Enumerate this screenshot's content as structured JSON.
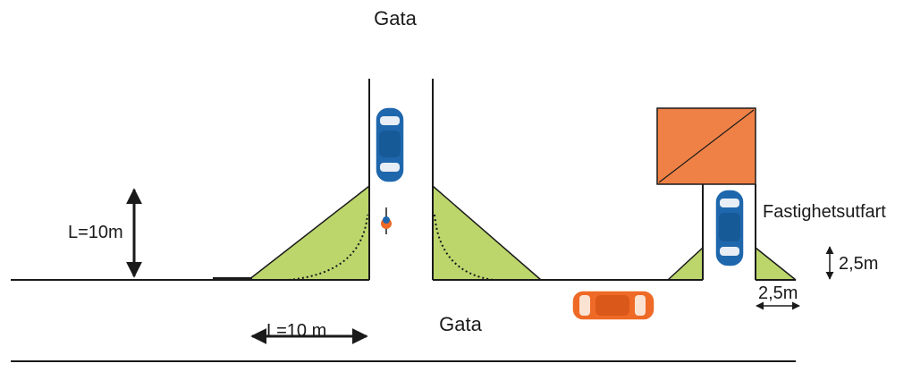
{
  "labels": {
    "top_street": "Gata",
    "bottom_street": "Gata",
    "length_vertical": "L=10m",
    "length_horizontal": "L=10 m",
    "driveway": "Fastighetsutfart",
    "driveway_depth": "2,5m",
    "driveway_width": "2,5m"
  },
  "colors": {
    "sight_triangle": "#bcd66c",
    "house_roof": "#f08146",
    "car_blue": "#1f67ad",
    "car_orange": "#ee6a26",
    "line": "#1a1a1a"
  }
}
